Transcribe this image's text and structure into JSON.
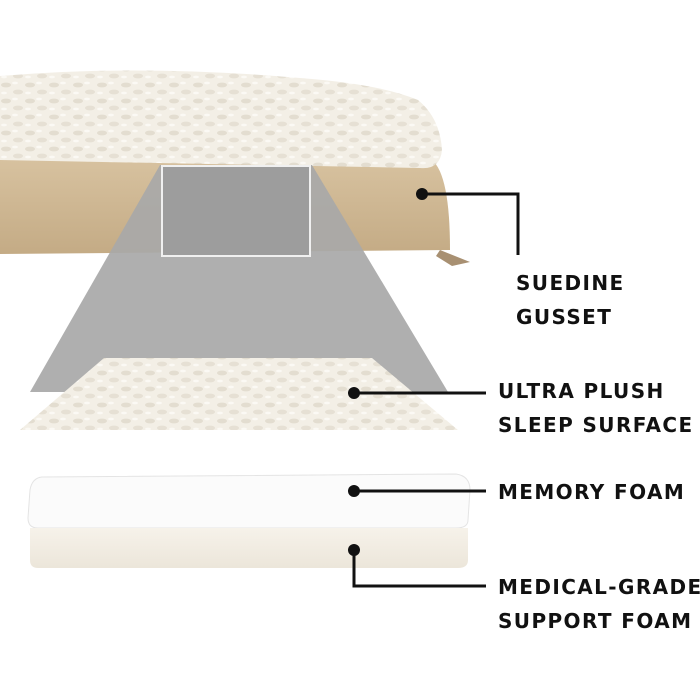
{
  "colors": {
    "background": "#ffffff",
    "plush": "#f3efe6",
    "suede": "#d2bb97",
    "memory_foam": "#fbfbfb",
    "support_foam": "#f2ede3",
    "callout": "#111111"
  },
  "callouts": [
    {
      "id": "suedine-gusset",
      "lines": [
        "SUEDINE",
        "GUSSET"
      ]
    },
    {
      "id": "ultra-plush",
      "lines": [
        "ULTRA PLUSH",
        "SLEEP SURFACE"
      ]
    },
    {
      "id": "memory-foam",
      "lines": [
        "MEMORY FOAM"
      ]
    },
    {
      "id": "support-foam",
      "lines": [
        "MEDICAL-GRADE",
        "SUPPORT FOAM"
      ]
    }
  ]
}
